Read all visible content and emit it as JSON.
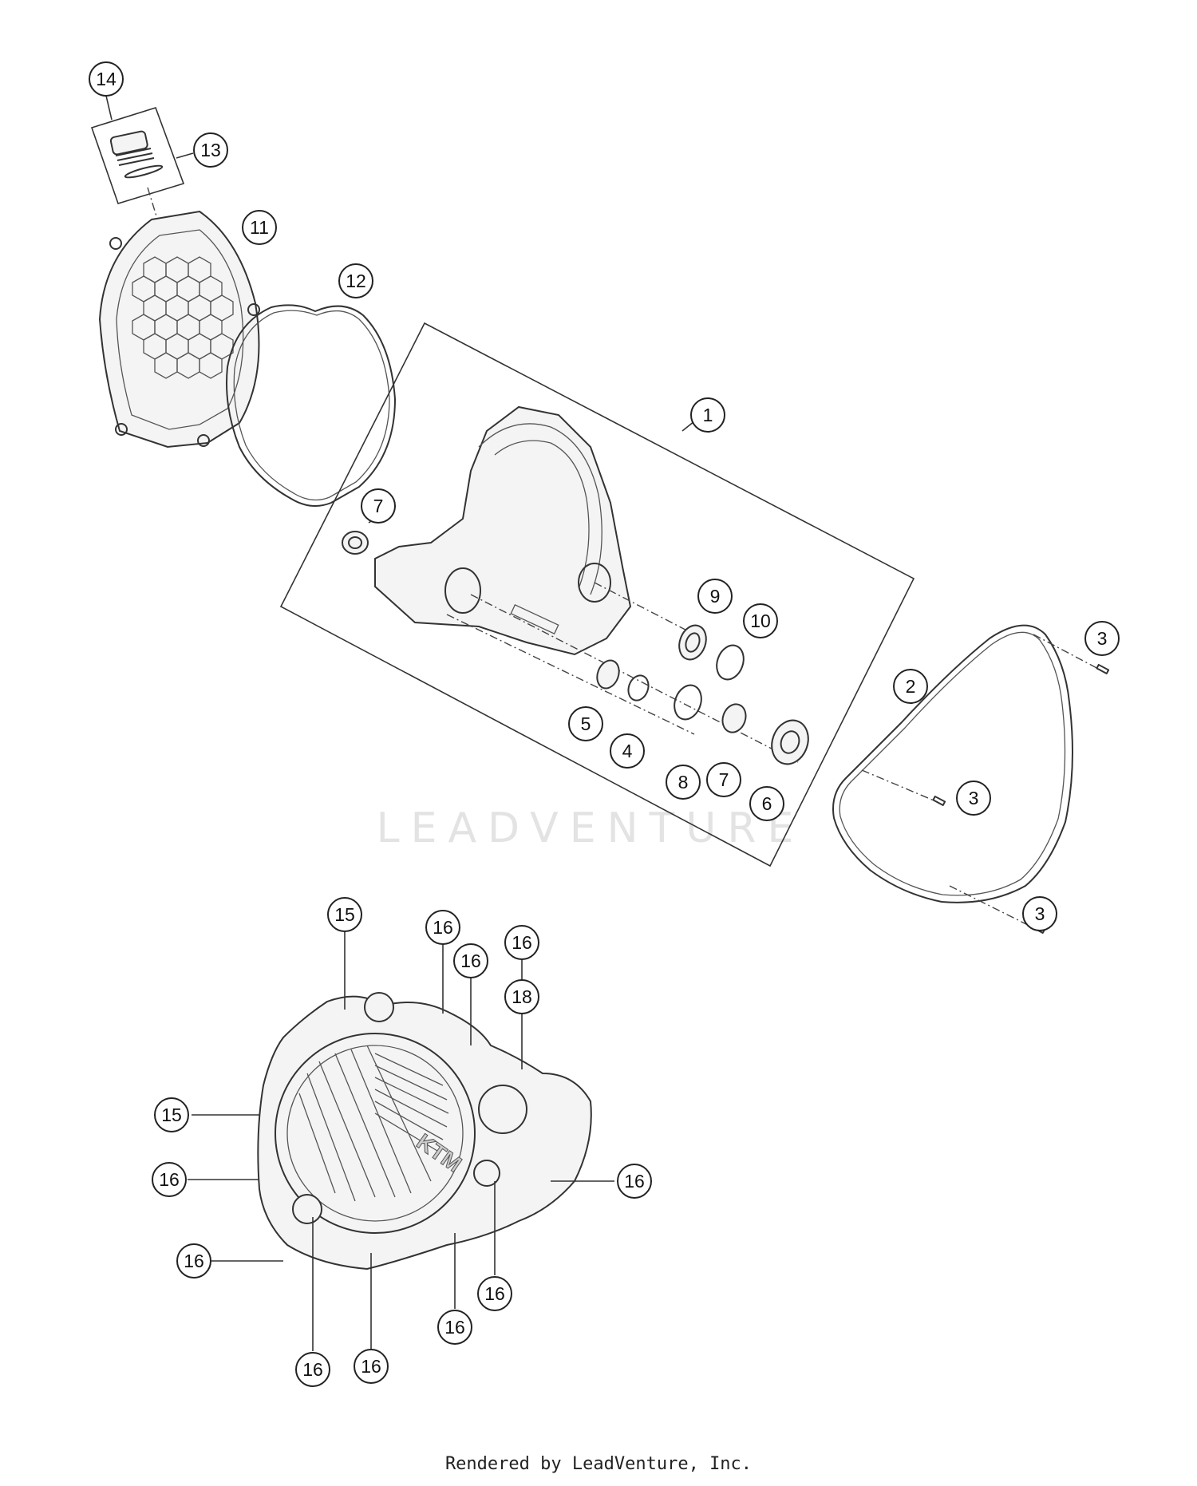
{
  "watermark": "LEADVENTURE",
  "footer": "Rendered by LeadVenture, Inc.",
  "callouts": {
    "c14": "14",
    "c13": "13",
    "c11": "11",
    "c12": "12",
    "c1": "1",
    "c7a": "7",
    "c9": "9",
    "c10": "10",
    "c3a": "3",
    "c2": "2",
    "c5": "5",
    "c4": "4",
    "c8": "8",
    "c7b": "7",
    "c6": "6",
    "c3b": "3",
    "c3c": "3",
    "c15a": "15",
    "c16a": "16",
    "c16b": "16",
    "c16c": "16",
    "c18": "18",
    "c15b": "15",
    "c16d": "16",
    "c16e": "16",
    "c16f": "16",
    "c16g": "16",
    "c16h": "16",
    "c16i": "16",
    "c16j": "16"
  }
}
